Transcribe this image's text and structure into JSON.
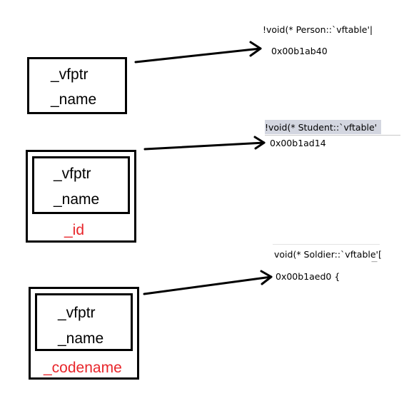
{
  "person": {
    "fields": [
      "_vfptr",
      "_name"
    ],
    "vtable_label": "!void(* Person::`vftable'|",
    "vtable_addr": "0x00b1ab40"
  },
  "student": {
    "fields": [
      "_vfptr",
      "_name"
    ],
    "extra_field": "_id",
    "vtable_label": "!void(* Student::`vftable'",
    "vtable_addr": "0x00b1ad14"
  },
  "soldier": {
    "fields": [
      "_vfptr",
      "_name"
    ],
    "extra_field": "_codename",
    "vtable_label": "void(* Soldier::`vftable'[",
    "vtable_addr": "0x00b1aed0 {",
    "partial_mark": "—"
  },
  "colors": {
    "highlight": "#d3d6e0",
    "extra_field": "#e8262b"
  }
}
